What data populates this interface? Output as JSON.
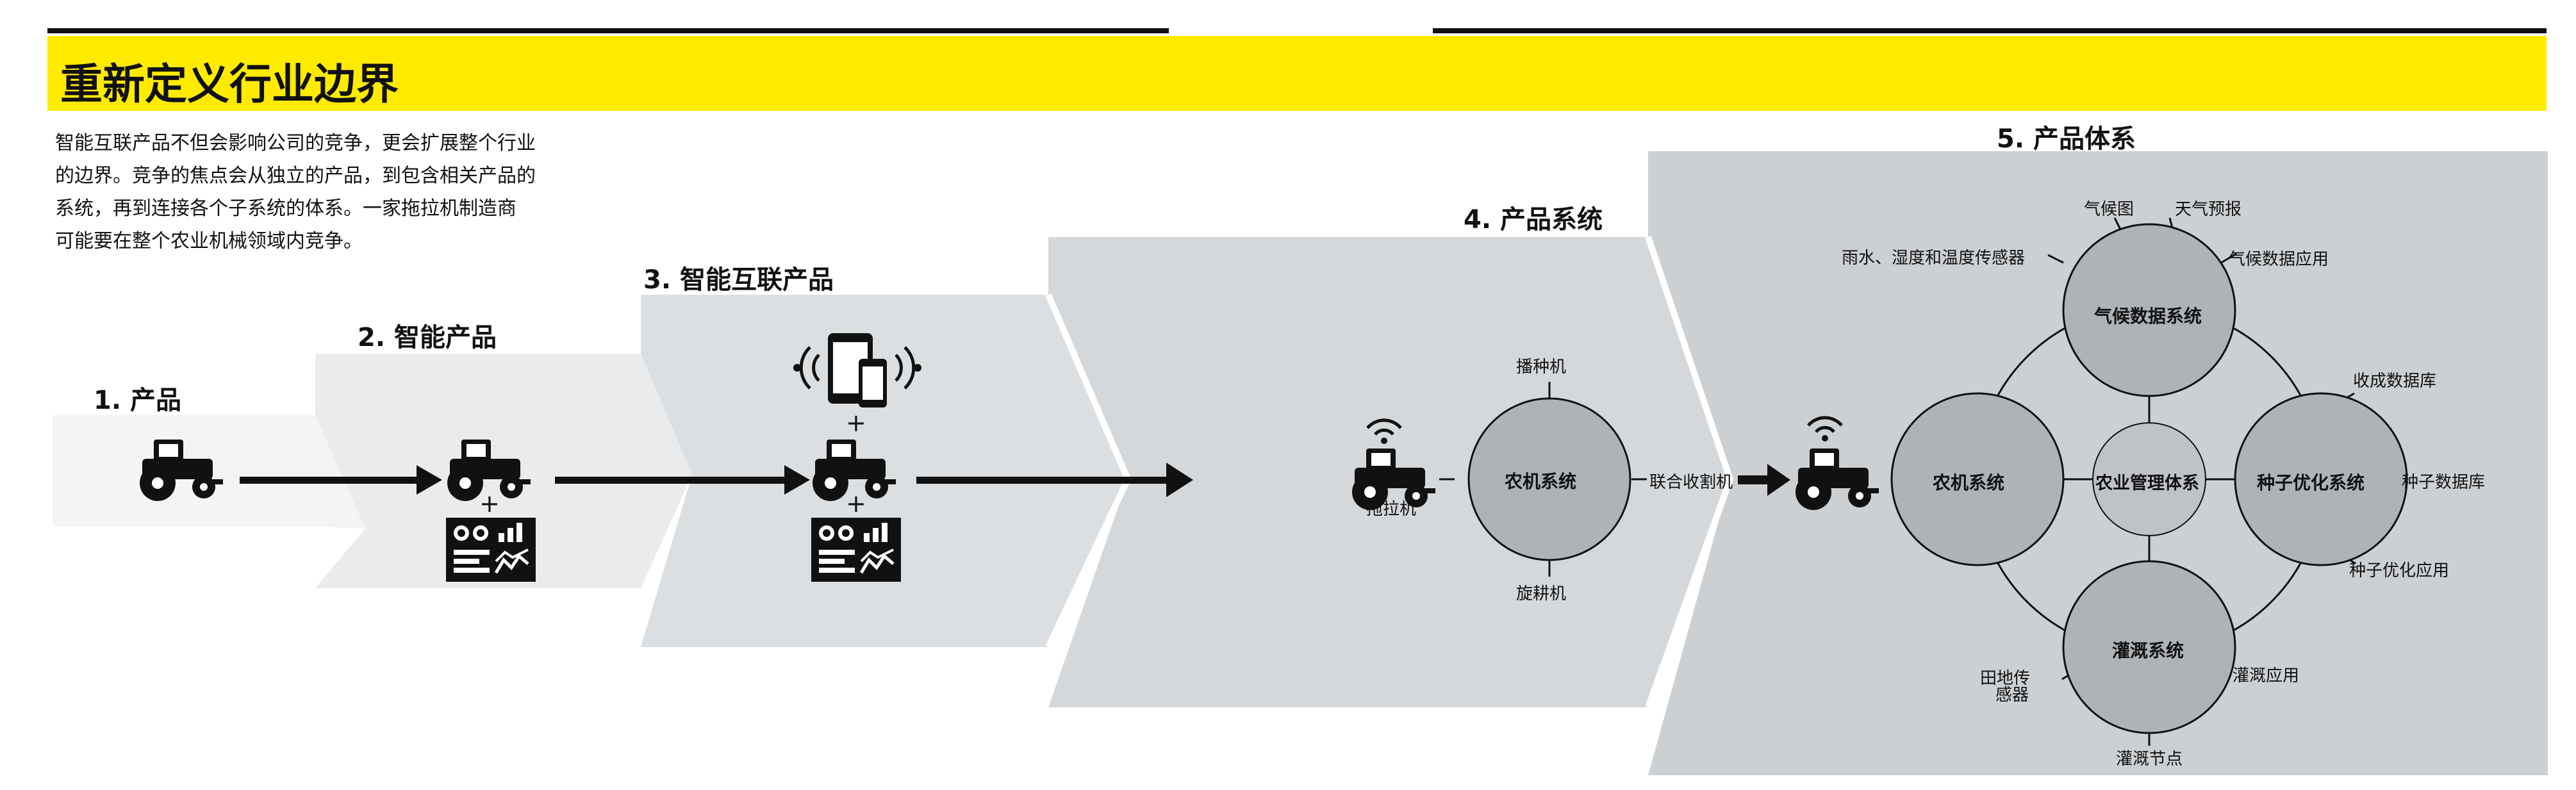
{
  "header": {
    "title": "重新定义行业边界",
    "intro_lines": [
      "智能互联产品不但会影响公司的竞争，更会扩展整个行业",
      "的边界。竞争的焦点会从独立的产品，到包含相关产品的",
      "系统，再到连接各个子系统的体系。一家拖拉机制造商",
      "可能要在整个农业机械领域内竞争。"
    ]
  },
  "stages": {
    "s1": "1. 产品",
    "s2": "2. 智能产品",
    "s3": "3. 智能互联产品",
    "s4": "4. 产品系统",
    "s5": "5. 产品体系"
  },
  "plus": "+",
  "system": {
    "center": "农机系统",
    "top": "播种机",
    "bottom": "旋耕机",
    "right": "联合收割机",
    "left": "拖拉机"
  },
  "ecosystem": {
    "center": "农业管理体系",
    "farm": "农机系统",
    "weather": "气候数据系统",
    "seed": "种子优化系统",
    "irrigation": "灌溉系统",
    "weather_labels": {
      "map": "气候图",
      "forecast": "天气预报",
      "sensors": "雨水、湿度和温度传感器",
      "apps": "气候数据应用"
    },
    "seed_labels": {
      "db": "收成数据库",
      "seed_db": "种子数据库",
      "apps": "种子优化应用"
    },
    "irrigation_labels": {
      "sensor_line1": "田地传",
      "sensor_line2": "感器",
      "apps": "灌溉应用",
      "nodes": "灌溉节点"
    }
  },
  "colors": {
    "yellow": "#ffeb00",
    "panel1": "#f3f4f4",
    "panel2": "#eaebec",
    "panel3": "#dcdfe2",
    "panel4": "#d5d8db",
    "panel5": "#cdd0d3",
    "circle": "#aeb3b8"
  }
}
